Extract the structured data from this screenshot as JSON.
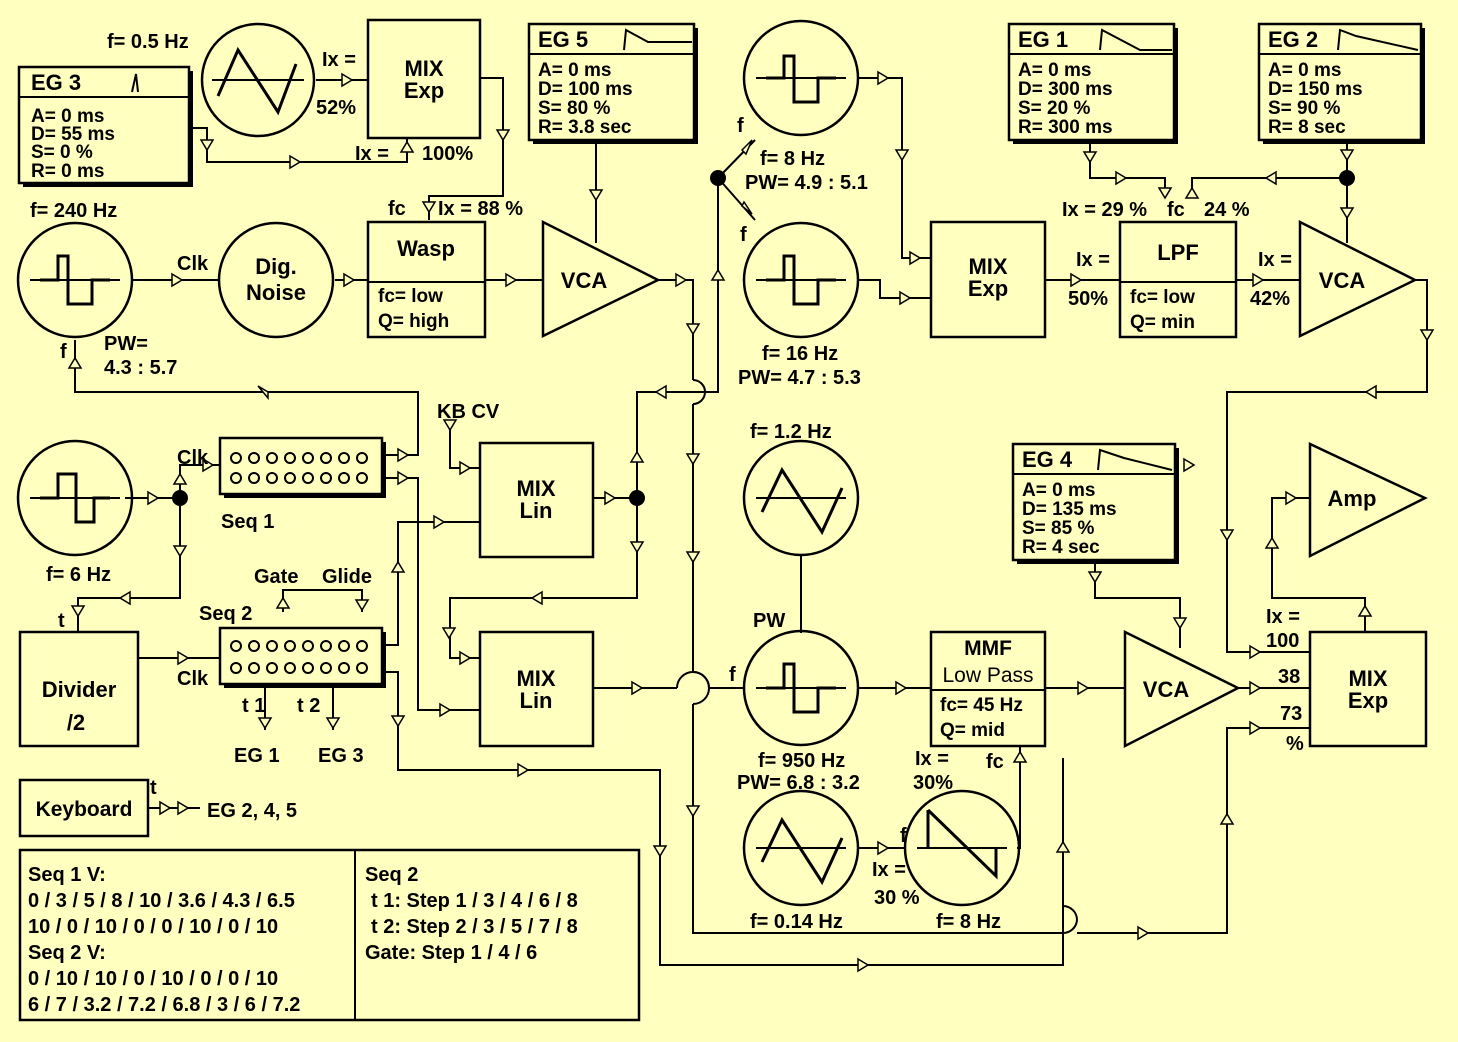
{
  "colors": {
    "background": "#FFFFC0",
    "ink": "#000000"
  },
  "lfo1": {
    "freq": "f= 0.5 Hz",
    "ix_label": "Ix =",
    "ix_value": "52%"
  },
  "mix_exp_1": {
    "line1": "MIX",
    "line2": "Exp",
    "ix_label": "Ix =",
    "ix_value": "100%"
  },
  "eg3": {
    "title": "EG  3",
    "a": "A= 0 ms",
    "d": "D= 55 ms",
    "s": "S= 0 %",
    "r": "R= 0 ms"
  },
  "eg5": {
    "title": "EG  5",
    "a": "A= 0 ms",
    "d": "D= 100 ms",
    "s": "S= 80 %",
    "r": "R= 3.8 sec"
  },
  "eg1": {
    "title": "EG  1",
    "a": "A= 0 ms",
    "d": "D= 300 ms",
    "s": "S= 20 %",
    "r": "R= 300 ms"
  },
  "eg2": {
    "title": "EG  2",
    "a": "A= 0 ms",
    "d": "D= 150  ms",
    "s": "S= 90 %",
    "r": "R= 8 sec"
  },
  "eg4": {
    "title": "EG  4",
    "a": "A= 0 ms",
    "d": "D= 135 ms",
    "s": "S= 85 %",
    "r": "R= 4 sec"
  },
  "osc_240": {
    "freq": "f= 240 Hz",
    "f_label": "f",
    "pw_label": "PW=",
    "pw_value": "4.3 : 5.7"
  },
  "clk1": "Clk",
  "dig_noise": {
    "line1": "Dig.",
    "line2": "Noise"
  },
  "wasp": {
    "title": "Wasp",
    "fc_label": "fc",
    "ix": "Ix = 88 %",
    "fc": "fc= low",
    "q": "Q= high"
  },
  "vca1": "VCA",
  "osc_8a": {
    "f_label": "f",
    "freq": "f= 8 Hz",
    "pw": "PW= 4.9 : 5.1"
  },
  "osc_16": {
    "f_label": "f",
    "freq": "f= 16 Hz",
    "pw": "PW= 4.7 : 5.3"
  },
  "mix_exp_2": {
    "line1": "MIX",
    "line2": "Exp",
    "ix_label": "Ix =",
    "ix_value": "50%"
  },
  "lpf": {
    "title": "LPF",
    "ix": "Ix = 29 %",
    "fc_label": "fc",
    "fc_amt": "24 %",
    "fc": "fc= low",
    "q": "Q= min"
  },
  "vca2": {
    "label": "VCA",
    "ix_label": "Ix =",
    "ix_value": "42%"
  },
  "kb_cv": "KB CV",
  "lfo_6": {
    "freq": "f= 6 Hz"
  },
  "seq1": {
    "label": "Seq 1",
    "clk": "Clk"
  },
  "mix_lin_1": {
    "line1": "MIX",
    "line2": "Lin"
  },
  "lfo_12": {
    "freq": "f= 1.2 Hz"
  },
  "amp": "Amp",
  "divider": {
    "t_label": "t",
    "line1": "Divider",
    "line2": "/2"
  },
  "seq2": {
    "label": "Seq 2",
    "gate": "Gate",
    "glide": "Glide",
    "clk": "Clk",
    "t1": "t 1",
    "t2": "t 2",
    "eg1": "EG 1",
    "eg3": "EG 3"
  },
  "mix_lin_2": {
    "line1": "MIX",
    "line2": "Lin"
  },
  "osc_950": {
    "pw_label": "PW",
    "f_label": "f",
    "freq": "f= 950 Hz",
    "pw": "PW= 6.8 : 3.2"
  },
  "mmf": {
    "title": "MMF",
    "mode": "Low Pass",
    "fc": "fc= 45 Hz",
    "q": "Q= mid",
    "ix_label": "Ix =",
    "ix_value": "30%",
    "fc_label": "fc"
  },
  "vca3": "VCA",
  "mix_exp_3": {
    "line1": "MIX",
    "line2": "Exp",
    "ix_label": "Ix =",
    "in1": "100",
    "in2": "38",
    "in3": "73",
    "pct": "%"
  },
  "lfo_014": {
    "freq": "f= 0.14 Hz"
  },
  "saw_8": {
    "f_label": "f",
    "ix_label": "Ix =",
    "ix_value": "30 %",
    "freq": "f= 8 Hz"
  },
  "keyboard": {
    "label": "Keyboard",
    "t_label": "t",
    "targets": "EG 2, 4, 5"
  },
  "notes": {
    "seq1_title": "Seq 1 V:",
    "seq1_row1": "0 / 3 / 5 / 8 / 10 / 3.6 / 4.3 / 6.5",
    "seq1_row2": "10 / 0 / 10 / 0 / 0 / 10 / 0 / 10",
    "seq2_title": "Seq 2 V:",
    "seq2_row1": "0 / 10 / 10 / 0 / 10 / 0 / 0 / 10",
    "seq2_row2": "6 / 7 / 3.2 / 7.2 / 6.8 / 3 / 6 / 7.2",
    "seq2b_title": "Seq 2",
    "t1": "t 1: Step 1 / 3 / 4 / 6 / 8",
    "t2": "t 2: Step 2 / 3 / 5 / 7 / 8",
    "gate": "Gate: Step 1 / 4 / 6"
  }
}
